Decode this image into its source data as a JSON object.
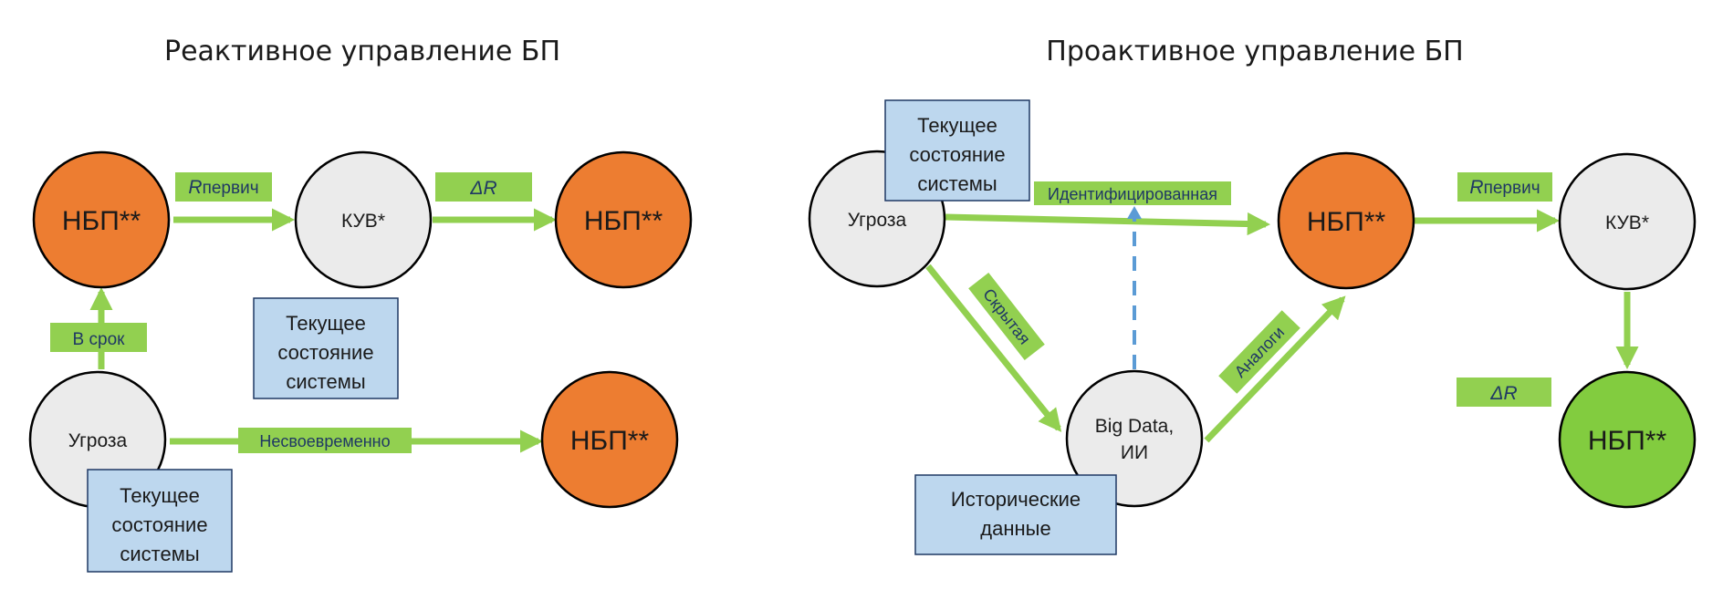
{
  "titles": {
    "reactive": "Реактивное управление БП",
    "proactive": "Проактивное управление БП"
  },
  "colors": {
    "orange": "#ed7d31",
    "grey": "#ebebeb",
    "green_node": "#82cc3f",
    "arrow": "#92d050",
    "box": "#bdd7ee",
    "box_border": "#1f3864",
    "dashed": "#5b9bd5"
  },
  "nodes": {
    "nbp": "НБП**",
    "kuv": "КУВ*",
    "threat": "Угроза",
    "bigdata_line1": "Big Data,",
    "bigdata_line2": "ИИ"
  },
  "boxes": {
    "state_line1": "Текущее",
    "state_line2": "состояние",
    "state_line3": "системы",
    "history_line1": "Исторические",
    "history_line2": "данные"
  },
  "labels": {
    "r_symbol": "R",
    "r_sub": "первич",
    "delta_r": "ΔR",
    "on_time": "В срок",
    "late": "Несвоевременно",
    "identified": "Идентифицированная",
    "hidden": "Скрытая",
    "analogs": "Аналоги"
  }
}
